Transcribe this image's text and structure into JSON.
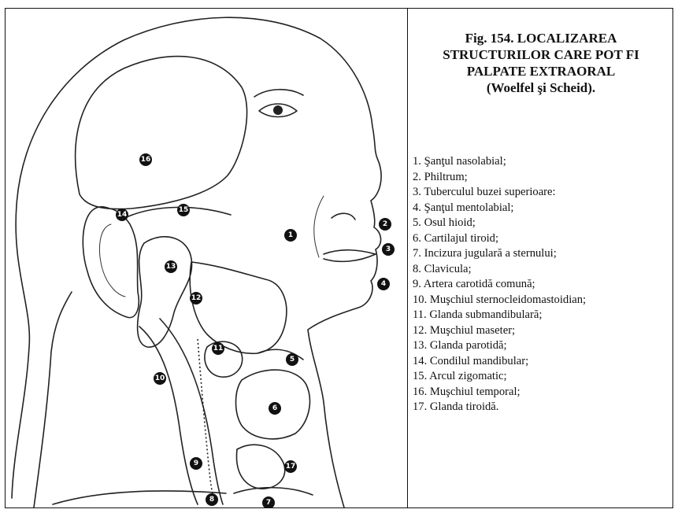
{
  "caption": {
    "lines": [
      "Fig. 154. LOCALIZAREA",
      "STRUCTURILOR CARE POT FI",
      "PALPATE EXTRAORAL",
      "(Woelfel şi Scheid)."
    ]
  },
  "legend": [
    "1. Şanţul nasolabial;",
    "2. Philtrum;",
    "3. Tuberculul buzei superioare:",
    "4. Şanţul mentolabial;",
    "5. Osul hioid;",
    "6. Cartilajul tiroid;",
    "7. Incizura jugulară a sternului;",
    "8. Clavicula;",
    "9. Artera carotidă comună;",
    "10. Muşchiul sternocleidomastoidian;",
    "11. Glanda submandibulară;",
    "12. Muşchiul maseter;",
    "13. Glanda parotidă;",
    "14. Condilul mandibular;",
    "15. Arcul zigomatic;",
    "16. Muşchiul temporal;",
    "17. Glanda tiroidă."
  ],
  "markers": [
    "1",
    "2",
    "3",
    "4",
    "5",
    "6",
    "7",
    "8",
    "9",
    "10",
    "11",
    "12",
    "13",
    "14",
    "15",
    "16",
    "17"
  ]
}
